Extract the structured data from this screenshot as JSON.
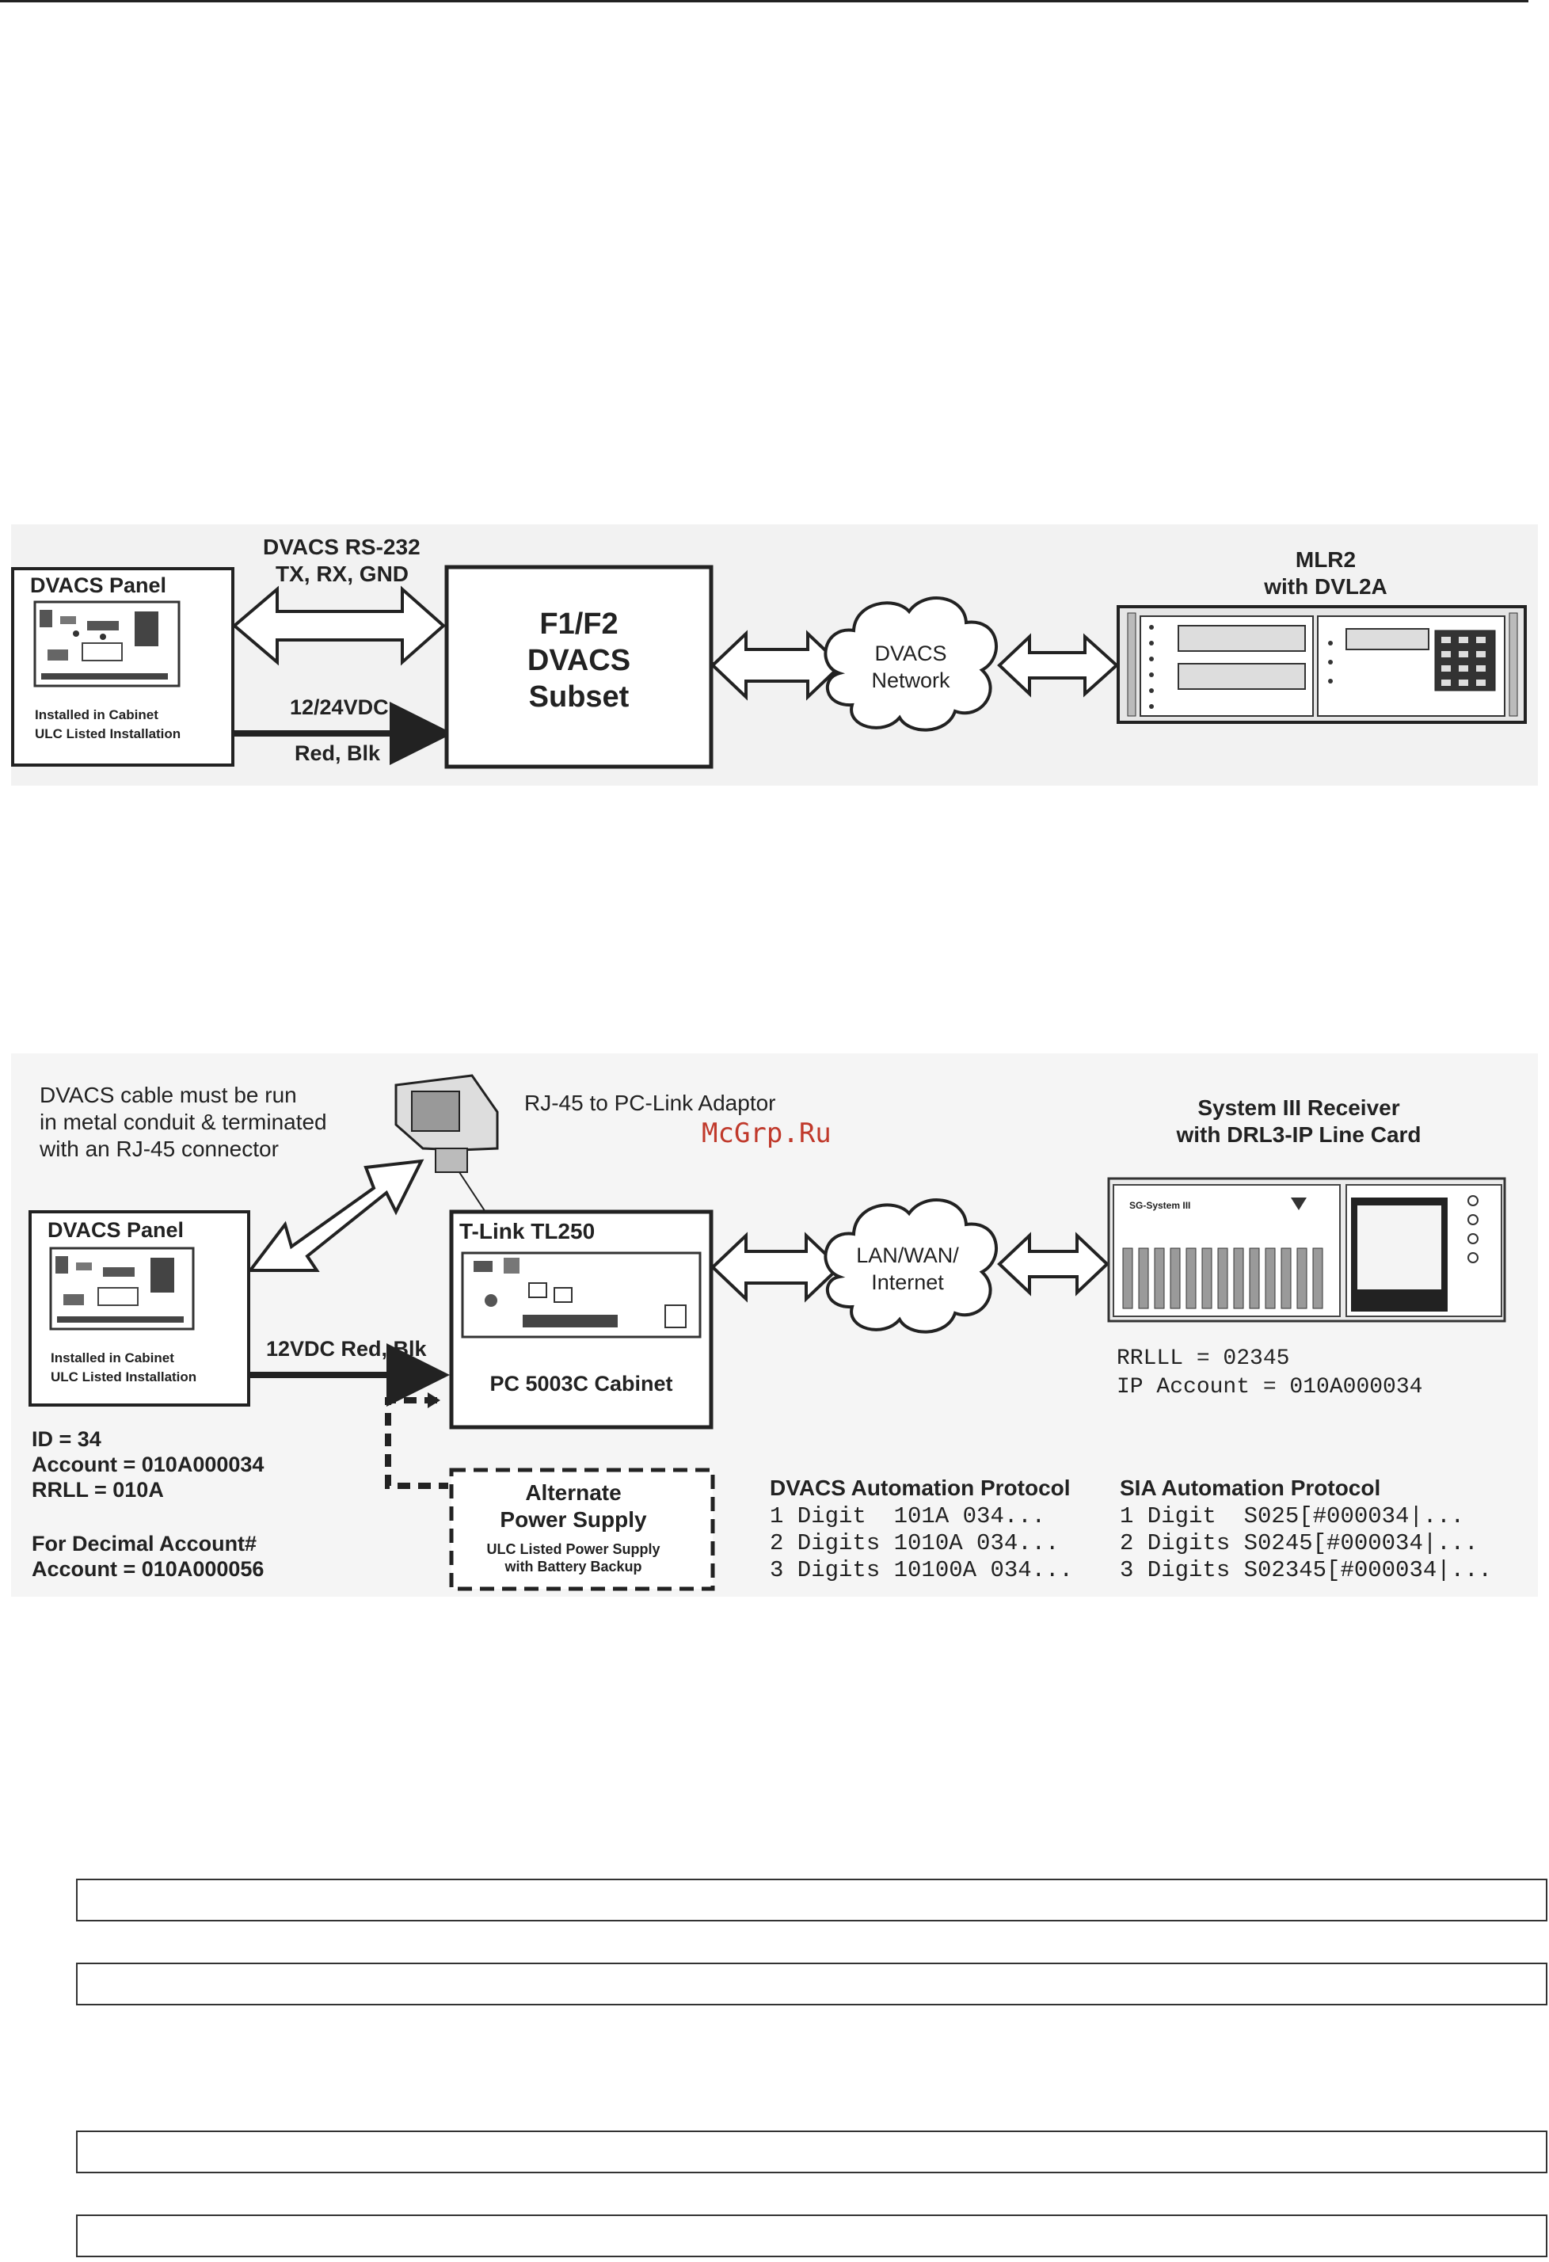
{
  "diagram1": {
    "panel_title": "DVACS Panel",
    "panel_note_1": "Installed in Cabinet",
    "panel_note_2": "ULC Listed Installation",
    "link_label_1": "DVACS RS-232",
    "link_label_2": "TX, RX, GND",
    "power_label_1": "12/24VDC",
    "power_label_2": "Red, Blk",
    "subset_1": "F1/F2",
    "subset_2": "DVACS",
    "subset_3": "Subset",
    "cloud_1": "DVACS",
    "cloud_2": "Network",
    "receiver_1": "MLR2",
    "receiver_2": "with DVL2A"
  },
  "diagram2": {
    "cable_note_1": "DVACS cable must be run",
    "cable_note_2": "in metal conduit & terminated",
    "cable_note_3": "with an RJ-45 connector",
    "adaptor_label": "RJ-45 to PC-Link Adaptor",
    "watermark": "McGrp.Ru",
    "receiver_1": "System III Receiver",
    "receiver_2": "with DRL3-IP Line Card",
    "receiver_badge": "SG-System III",
    "panel_title": "DVACS Panel",
    "panel_note_1": "Installed in Cabinet",
    "panel_note_2": "ULC Listed Installation",
    "tlink_title": "T-Link TL250",
    "tlink_cabinet": "PC 5003C Cabinet",
    "power_label": "12VDC Red, Blk",
    "cloud_1": "LAN/WAN/",
    "cloud_2": "Internet",
    "rrlll": "RRLLL = 02345",
    "ip_account": "IP Account = 010A000034",
    "alt_1": "Alternate",
    "alt_2": "Power Supply",
    "alt_3": "ULC Listed Power Supply",
    "alt_4": "with Battery Backup",
    "id_line": "ID = 34",
    "account_line": "Account = 010A000034",
    "rrll_line": "RRLL = 010A",
    "decimal_title": "For Decimal Account#",
    "decimal_account": "Account = 010A000056",
    "dvacs_proto_title": "DVACS Automation Protocol",
    "dvacs_proto_1": "1 Digit  101A 034...",
    "dvacs_proto_2": "2 Digits 1010A 034...",
    "dvacs_proto_3": "3 Digits 10100A 034...",
    "sia_proto_title": "SIA Automation Protocol",
    "sia_proto_1": "1 Digit  S025[#000034|...",
    "sia_proto_2": "2 Digits S0245[#000034|...",
    "sia_proto_3": "3 Digits S02345[#000034|..."
  },
  "colors": {
    "line": "#222222",
    "background": "#ffffff",
    "watermark": "#c0392b"
  }
}
